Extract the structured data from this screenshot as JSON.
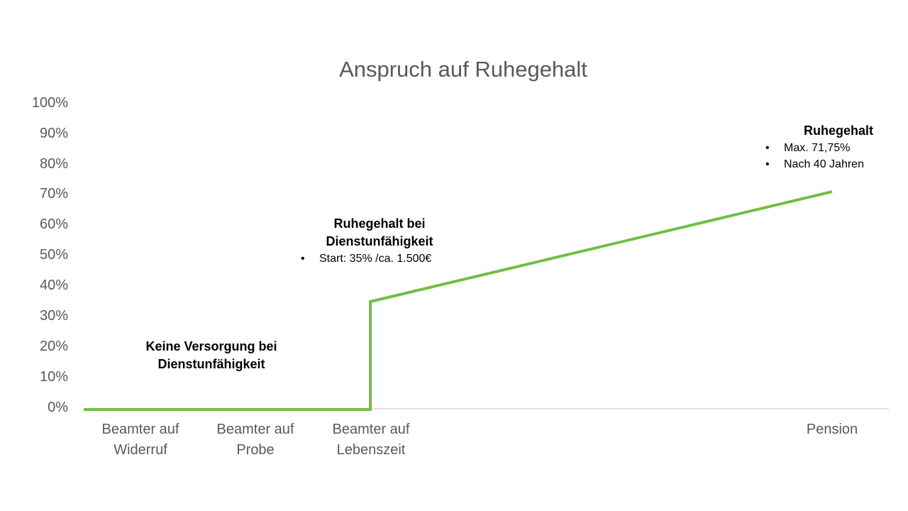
{
  "chart_data": {
    "type": "line",
    "title": "Anspruch auf Ruhegehalt",
    "xlabel": "",
    "ylabel": "",
    "ylim": [
      0,
      1
    ],
    "y_ticks": [
      "0%",
      "10%",
      "20%",
      "30%",
      "40%",
      "50%",
      "60%",
      "70%",
      "80%",
      "90%",
      "100%"
    ],
    "categories": [
      "Beamter auf Widerruf",
      "Beamter auf Probe",
      "Beamter auf Lebenszeit",
      "Pension"
    ],
    "category_labels": [
      [
        "Beamter auf",
        "Widerruf"
      ],
      [
        "Beamter auf",
        "Probe"
      ],
      [
        "Beamter auf",
        "Lebenszeit"
      ],
      [
        "Pension"
      ]
    ],
    "series": [
      {
        "name": "Ruhegehalt",
        "color": "#70BF44",
        "points": [
          {
            "x": "start",
            "y": 0.0
          },
          {
            "x": "Beamter auf Lebenszeit",
            "y": 0.0
          },
          {
            "x": "Beamter auf Lebenszeit",
            "y": 0.35
          },
          {
            "x": "Pension",
            "y": 0.7175
          }
        ]
      }
    ],
    "grid": false,
    "legend": "none",
    "annotations": [
      {
        "title": "Keine Versorgung bei Dienstunfähigkeit",
        "lines": [
          "Keine Versorgung bei",
          "Dienstunfähigkeit"
        ],
        "bullets": []
      },
      {
        "title": "Ruhegehalt bei Dienstunfähigkeit",
        "lines": [
          "Ruhegehalt bei",
          "Dienstunfähigkeit"
        ],
        "bullets": [
          "Start: 35% /ca. 1.500€"
        ]
      },
      {
        "title": "Ruhegehalt",
        "lines": [
          "Ruhegehalt"
        ],
        "bullets": [
          "Max. 71,75%",
          "Nach 40 Jahren"
        ]
      }
    ]
  }
}
